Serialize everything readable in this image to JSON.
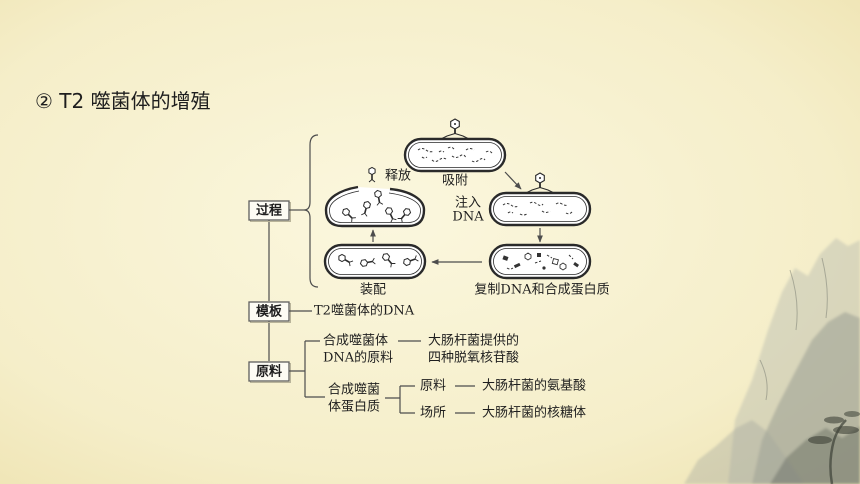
{
  "colors": {
    "background": "#f6efca",
    "ink": "#1e1e1e",
    "line": "#4d4d4d"
  },
  "slide": {
    "title": "② T2 噬菌体的增殖"
  },
  "diagram": {
    "process": {
      "label": "过程",
      "steps": {
        "adsorb": "吸附",
        "inject_line1": "注入",
        "inject_line2": "DNA",
        "replicate": "复制DNA和合成蛋白质",
        "assemble": "装配",
        "release": "释放"
      }
    },
    "template": {
      "label": "模板",
      "value": "T2噬菌体的DNA"
    },
    "raw_material": {
      "label": "原料",
      "dna": {
        "line1": "合成噬菌体",
        "line2": "DNA的原料",
        "source_line1": "大肠杆菌提供的",
        "source_line2": "四种脱氧核苷酸"
      },
      "protein": {
        "line1": "合成噬菌",
        "line2": "体蛋白质",
        "material_label": "原料",
        "material_value": "大肠杆菌的氨基酸",
        "site_label": "场所",
        "site_value": "大肠杆菌的核糖体"
      }
    }
  }
}
